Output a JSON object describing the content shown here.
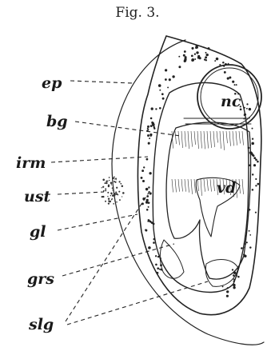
{
  "figure": {
    "title": "Fig. 3.",
    "labels": {
      "ep": "ep",
      "bg": "bg",
      "irm": "irm",
      "ust": "ust",
      "gl": "gl",
      "grs": "grs",
      "slg": "slg",
      "nc": "nc",
      "vd": "vd"
    }
  }
}
